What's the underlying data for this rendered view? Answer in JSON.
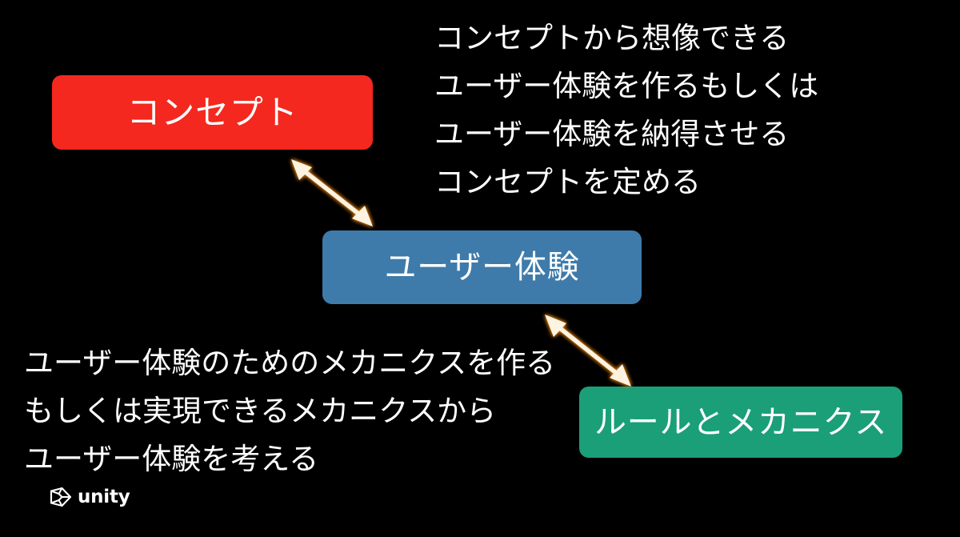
{
  "slide": {
    "background_color": "#000000",
    "text_color": "#FFFFFF"
  },
  "boxes": [
    {
      "id": "concept",
      "label": "コンセプト",
      "color": "#F4281E"
    },
    {
      "id": "user-experience",
      "label": "ユーザー体験",
      "color": "#3E7BAA"
    },
    {
      "id": "rules-and-mechanics",
      "label": "ルールとメカニクス",
      "color": "#1A9F79"
    }
  ],
  "annotations": {
    "top_right": {
      "lines": [
        "コンセプトから想像できる",
        "ユーザー体験を作るもしくは",
        "ユーザー体験を納得させる",
        "コンセプトを定める"
      ]
    },
    "bottom_left": {
      "lines": [
        "ユーザー体験のためのメカニクスを作る",
        "もしくは実現できるメカニクスから",
        "ユーザー体験を考える"
      ]
    }
  },
  "arrows": [
    {
      "id": "concept-to-user-experience",
      "style": "double-headed",
      "core_color": "#FDF3E0",
      "glow_color": "#E8820C"
    },
    {
      "id": "user-experience-to-rules",
      "style": "double-headed",
      "core_color": "#FDF3E0",
      "glow_color": "#E8820C"
    }
  ],
  "logo": {
    "icon": "unity-cube-icon",
    "wordmark": "unity"
  }
}
